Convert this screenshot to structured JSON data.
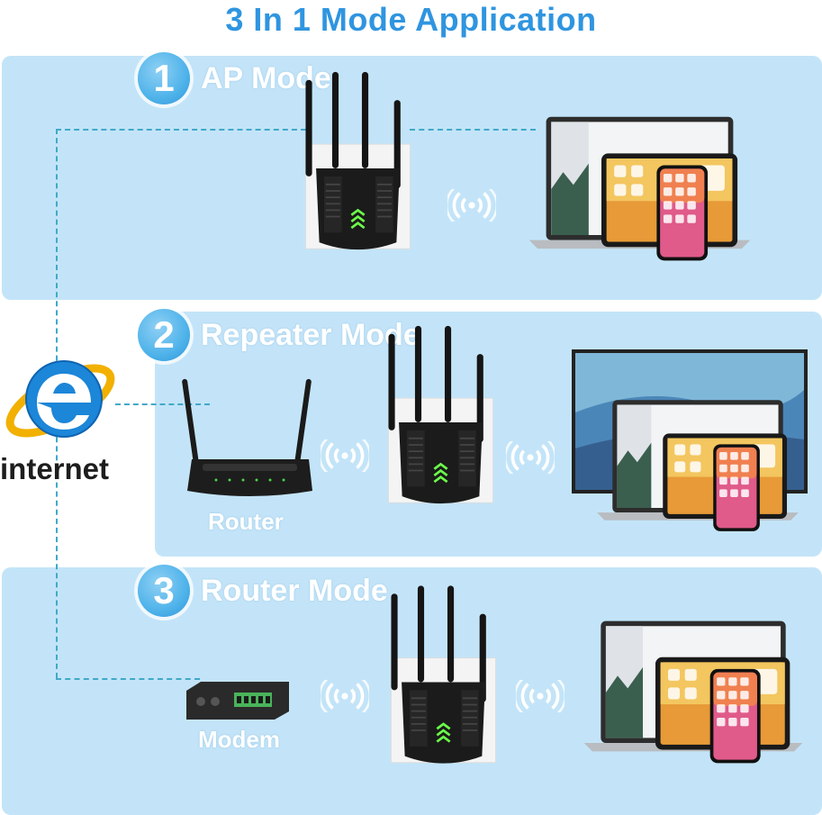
{
  "title": "3 In 1 Mode Application",
  "modes": [
    {
      "number": "1",
      "label": "AP Mode"
    },
    {
      "number": "2",
      "label": "Repeater Mode"
    },
    {
      "number": "3",
      "label": "Router Mode"
    }
  ],
  "internet_label": "internet",
  "router_label": "Router",
  "modem_label": "Modem",
  "icons": [
    "internet-explorer-icon",
    "wifi-signal-icon",
    "wifi-repeater-device",
    "laptop-tablet-phone-group",
    "router-device",
    "modem-device"
  ],
  "colors": {
    "title": "#2f95e0",
    "panel": "#c3e4f8",
    "badge": "#4fb3ea",
    "dash": "#41a9c8"
  }
}
